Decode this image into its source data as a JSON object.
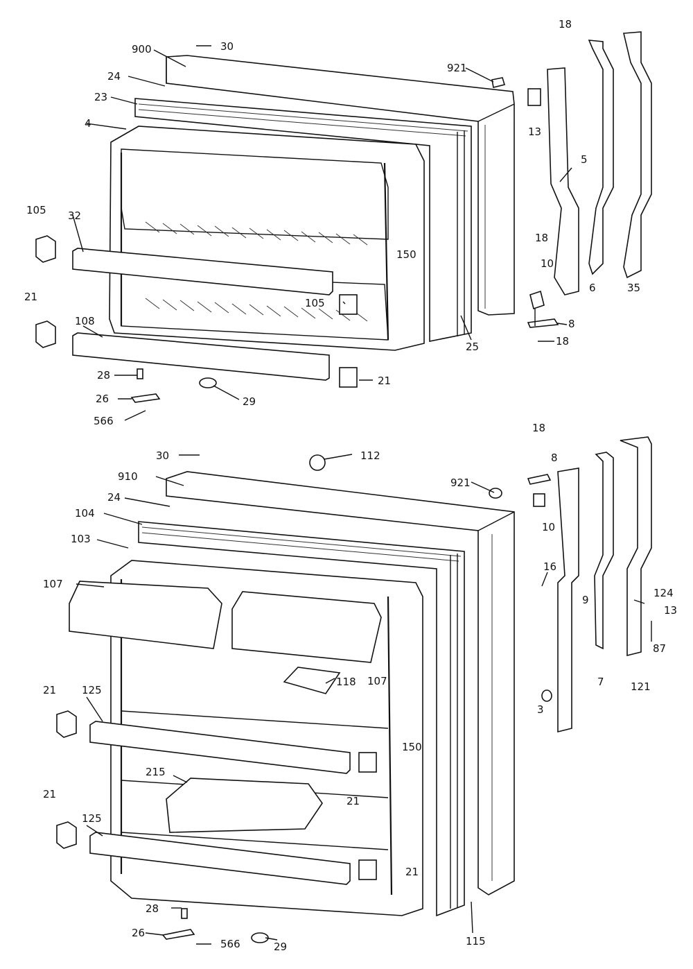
{
  "upper_door": {
    "labels": [
      "900",
      "30",
      "24",
      "23",
      "4",
      "921",
      "18",
      "13",
      "5",
      "18",
      "10",
      "6",
      "35",
      "8",
      "18",
      "105",
      "32",
      "105",
      "150",
      "25",
      "21",
      "108",
      "28",
      "21",
      "26",
      "29",
      "566"
    ]
  },
  "lower_door": {
    "labels": [
      "30",
      "112",
      "18",
      "8",
      "910",
      "921",
      "24",
      "104",
      "10",
      "103",
      "16",
      "124",
      "107",
      "9",
      "13",
      "87",
      "107",
      "118",
      "7",
      "121",
      "3",
      "21",
      "125",
      "150",
      "215",
      "21",
      "21",
      "125",
      "21",
      "28",
      "115",
      "26",
      "566",
      "29"
    ]
  }
}
